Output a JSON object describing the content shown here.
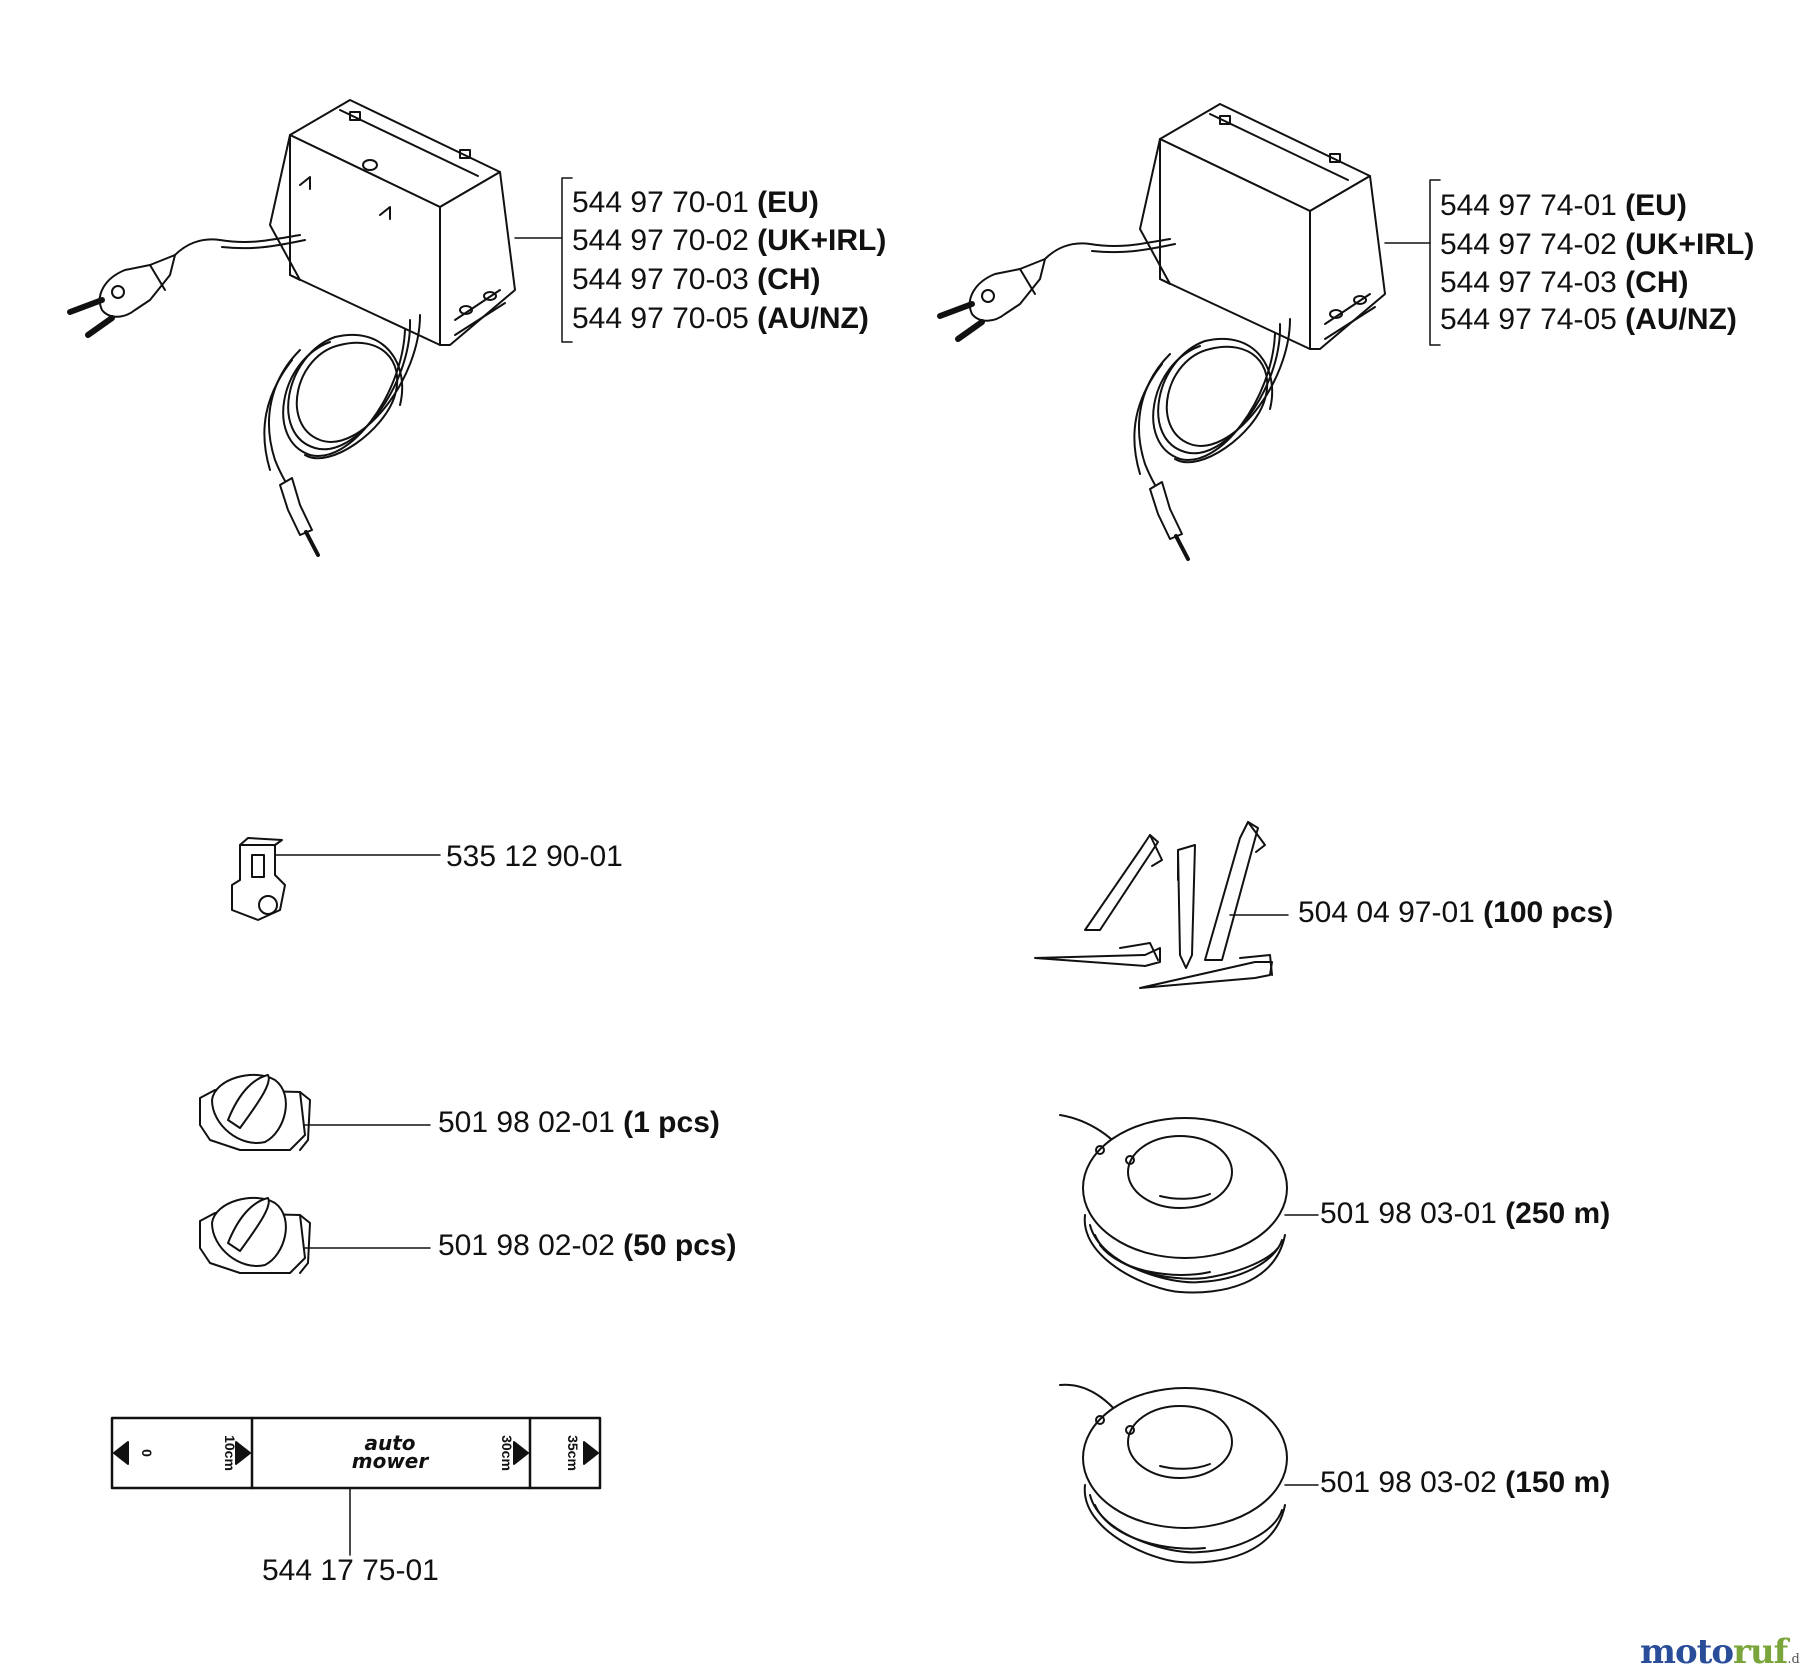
{
  "groups": [
    {
      "name": "transformer-a",
      "lines": [
        {
          "code": "544 97 70-01",
          "variant": "(EU)"
        },
        {
          "code": "544 97 70-02",
          "variant": "(UK+IRL)"
        },
        {
          "code": "544 97 70-03",
          "variant": "(CH)"
        },
        {
          "code": "544 97 70-05",
          "variant": "(AU/NZ)"
        }
      ]
    },
    {
      "name": "transformer-b",
      "lines": [
        {
          "code": "544 97 74-01",
          "variant": "(EU)"
        },
        {
          "code": "544 97 74-02",
          "variant": "(UK+IRL)"
        },
        {
          "code": "544 97 74-03",
          "variant": "(CH)"
        },
        {
          "code": "544 97 74-05",
          "variant": "(AU/NZ)"
        }
      ]
    }
  ],
  "parts": {
    "connector": {
      "code": "535 12 90-01",
      "qty": ""
    },
    "pegs": {
      "code": "504 04 97-01",
      "qty": "(100 pcs)"
    },
    "coupler_1": {
      "code": "501 98 02-01",
      "qty": "(1 pcs)"
    },
    "coupler_50": {
      "code": "501 98 02-02",
      "qty": "(50 pcs)"
    },
    "wire_250": {
      "code": "501 98 03-01",
      "qty": "(250 m)"
    },
    "wire_150": {
      "code": "501 98 03-02",
      "qty": "(150 m)"
    },
    "gauge": {
      "code": "544 17 75-01",
      "qty": ""
    }
  },
  "gauge_text": {
    "zero": "0",
    "mark_10": "10cm",
    "brand_line1": "auto",
    "brand_line2": "mower",
    "mark_30": "30cm",
    "mark_35": "35cm"
  },
  "watermark": {
    "a": "moto",
    "b": "ruf",
    "tld": ".de"
  },
  "colors": {
    "line": "#111111",
    "wm_blue": "#2a4d9a",
    "wm_green": "#7aa53a"
  }
}
